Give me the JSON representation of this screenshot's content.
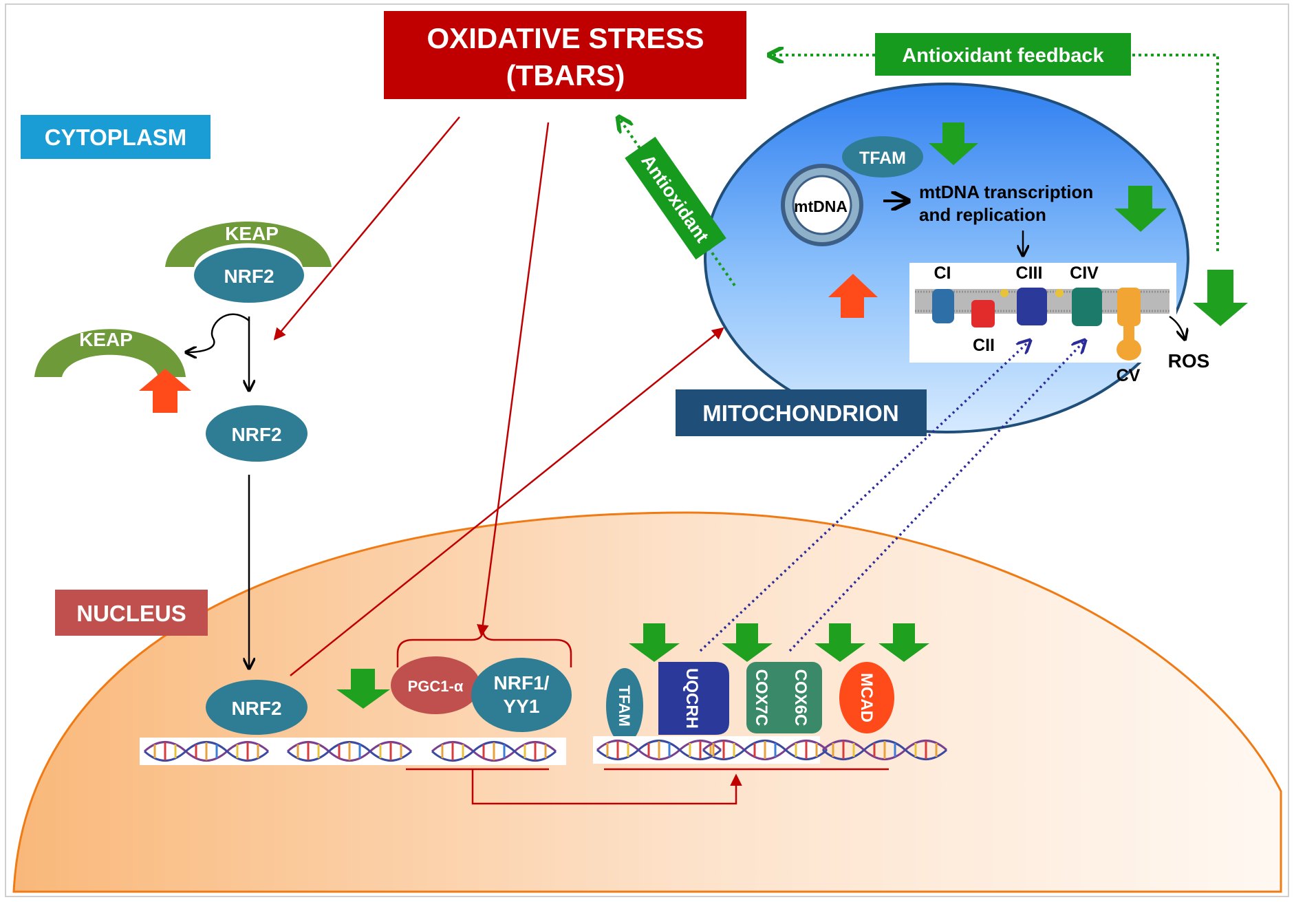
{
  "header": {
    "title_line1": "OXIDATIVE STRESS",
    "title_line2": "(TBARS)"
  },
  "compartments": {
    "cytoplasm": "CYTOPLASM",
    "mitochondrion": "MITOCHONDRION",
    "nucleus": "NUCLEUS"
  },
  "feedback": {
    "antioxidant_feedback": "Antioxidant feedback",
    "antioxidant": "Antioxidant"
  },
  "cytoplasm": {
    "keap_bound": "KEAP",
    "nrf2_bound": "NRF2",
    "keap_released": "KEAP",
    "nrf2_free": "NRF2"
  },
  "mitochondrion": {
    "tfam": "TFAM",
    "mtdna": "mtDNA",
    "transcription_line1": "mtDNA transcription",
    "transcription_line2": "and replication",
    "complexes": {
      "ci": "CI",
      "cii": "CII",
      "ciii": "CIII",
      "civ": "CIV",
      "cv": "CV"
    },
    "ros": "ROS"
  },
  "nucleus": {
    "nrf2": "NRF2",
    "pgc1a": "PGC1-α",
    "nrf1_line1": "NRF1/",
    "nrf1_line2": "YY1",
    "genes": {
      "tfam": "TFAM",
      "uqcrh": "UQCRH",
      "cox7c": "COX7C",
      "cox6c": "COX6C",
      "mcad": "MCAD"
    }
  },
  "colors": {
    "stress_red": "#c00000",
    "cytoplasm_blue": "#1a9cd4",
    "mito_navy": "#1f4e79",
    "nucleus_red": "#c0504d",
    "feedback_green": "#179b1f",
    "teal": "#2e7d95",
    "olive": "#6e9a3a",
    "up_arrow": "#ff4a1a",
    "down_arrow": "#1fa11f"
  }
}
